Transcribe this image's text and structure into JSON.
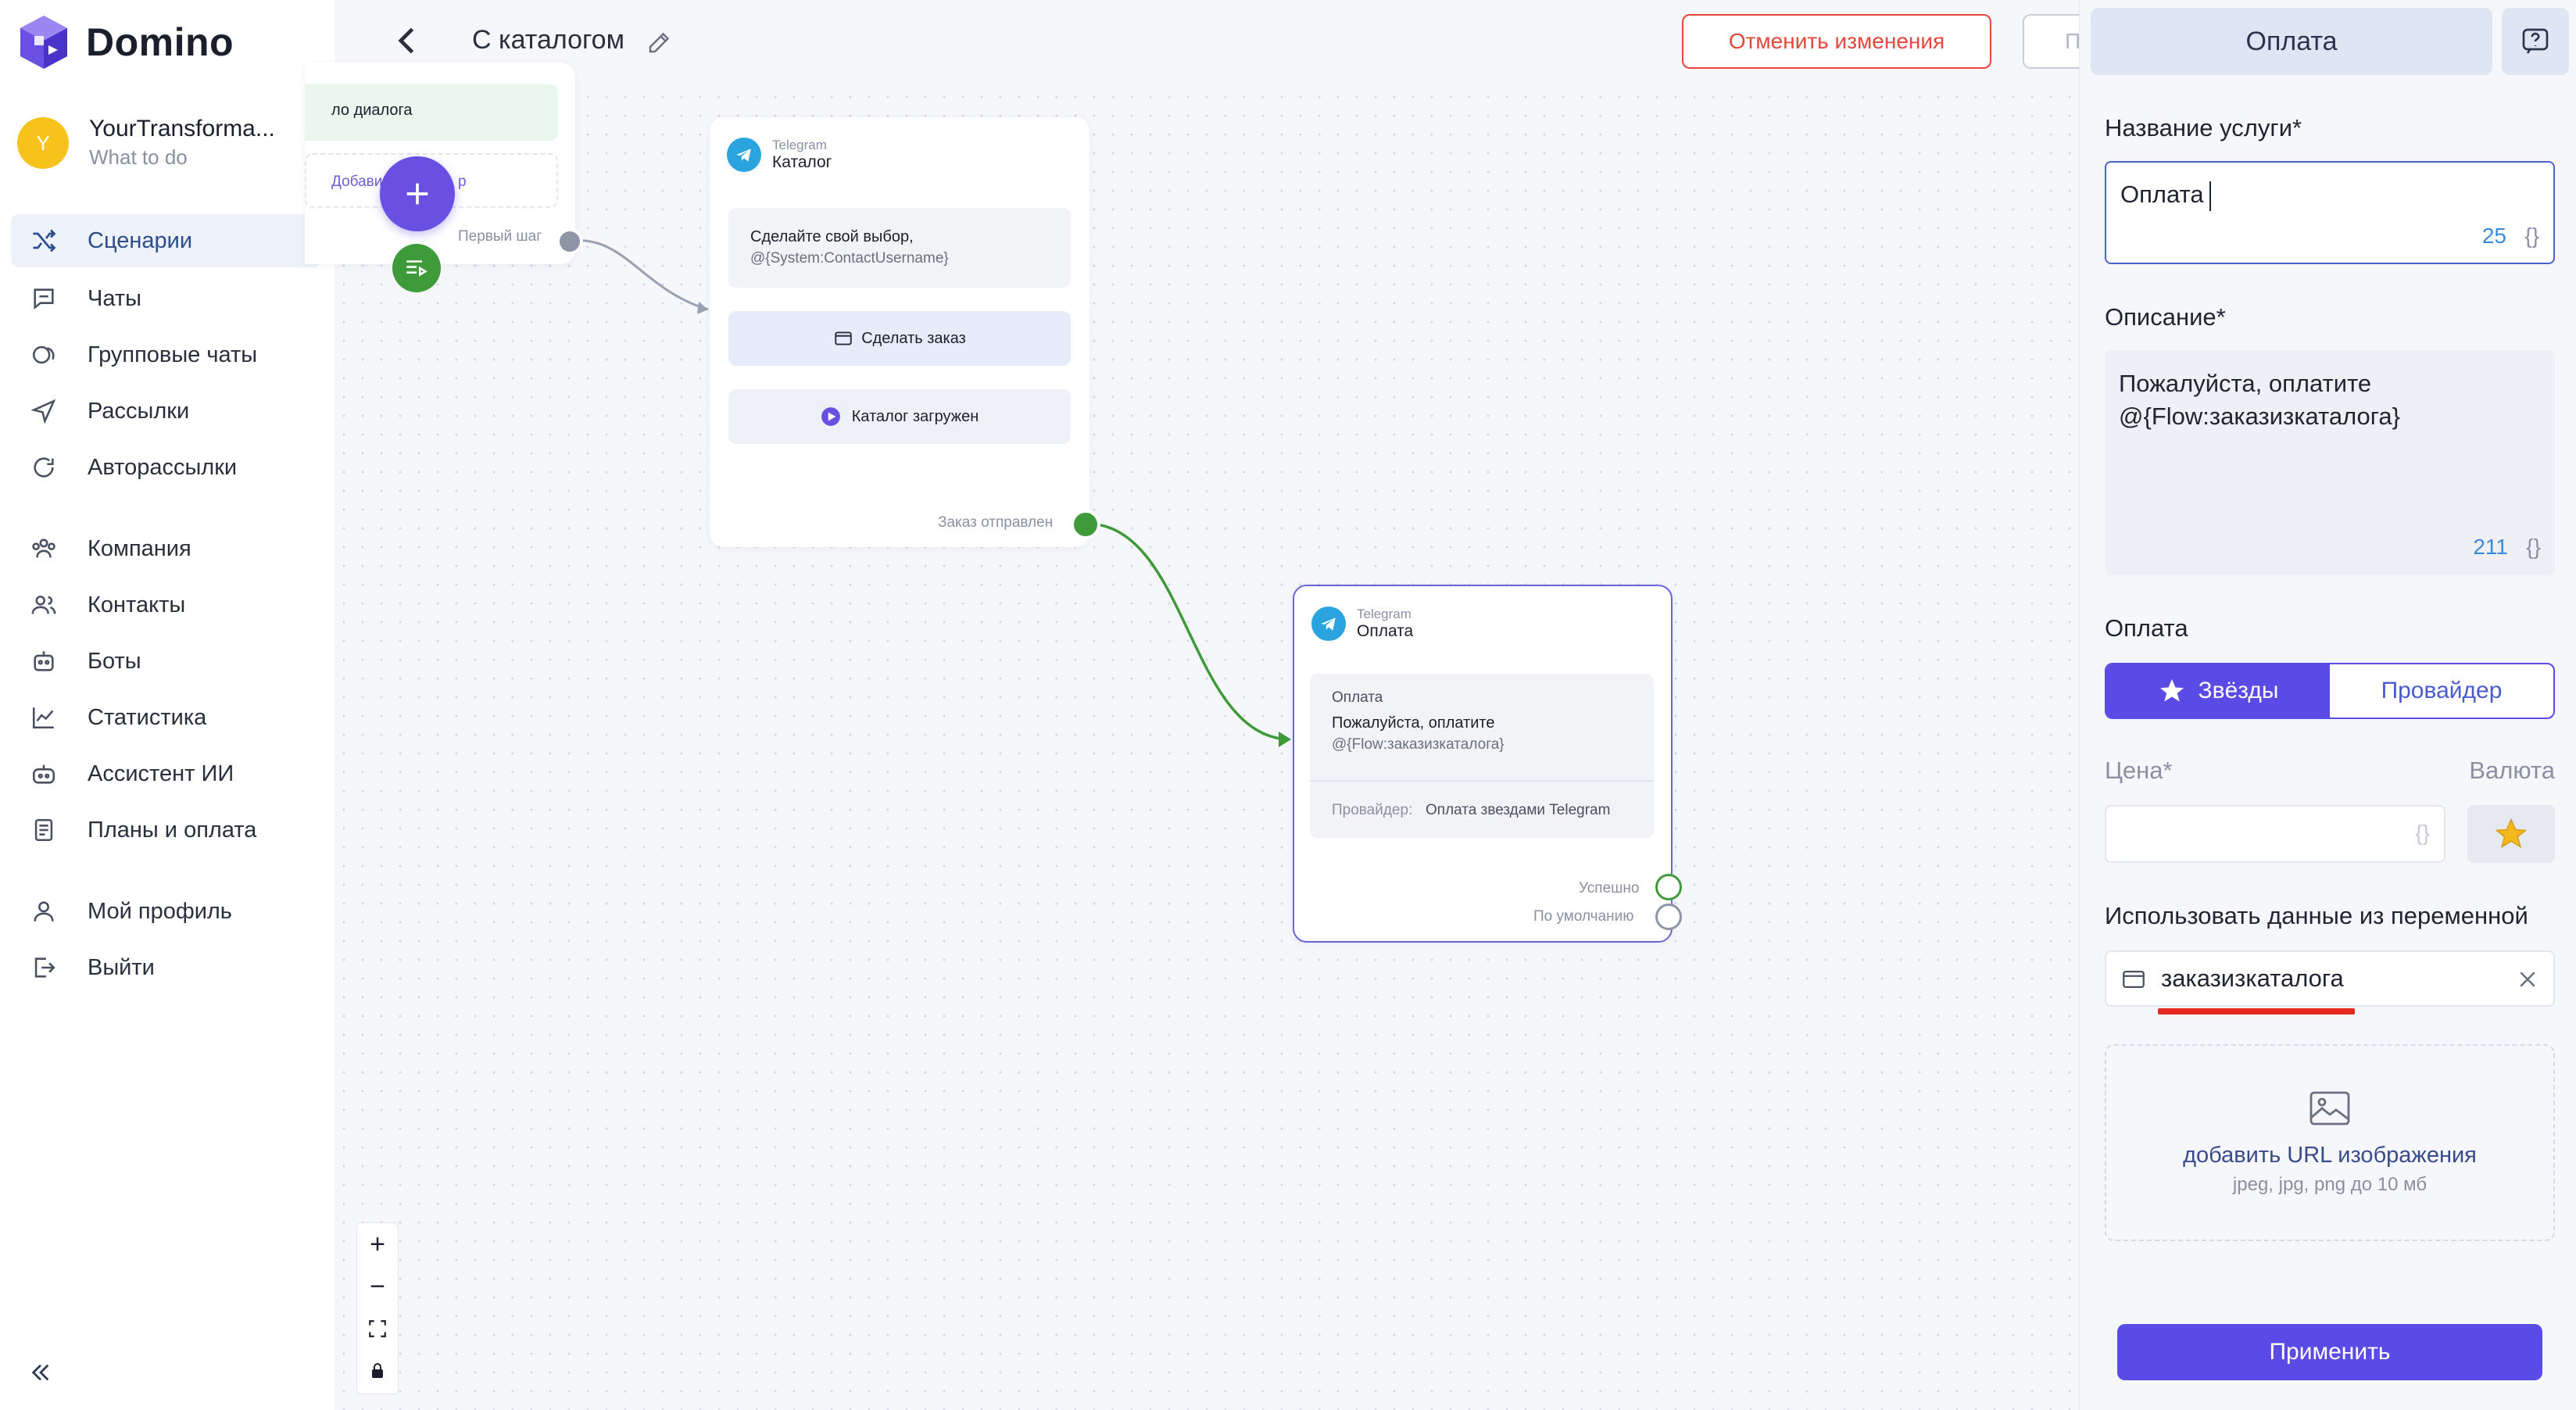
{
  "app": {
    "name": "Domino"
  },
  "account": {
    "initial": "Y",
    "name": "YourTransforma...",
    "subtitle": "What to do"
  },
  "sidebar": {
    "items": [
      {
        "label": "Сценарии",
        "icon": "shuffle-icon",
        "active": true
      },
      {
        "label": "Чаты",
        "icon": "chat-icon"
      },
      {
        "label": "Групповые чаты",
        "icon": "group-chat-icon"
      },
      {
        "label": "Рассылки",
        "icon": "send-icon"
      },
      {
        "label": "Авторассылки",
        "icon": "auto-send-icon"
      },
      {
        "label": "Компания",
        "icon": "company-icon"
      },
      {
        "label": "Контакты",
        "icon": "contacts-icon"
      },
      {
        "label": "Боты",
        "icon": "bot-icon"
      },
      {
        "label": "Статистика",
        "icon": "stats-icon"
      },
      {
        "label": "Ассистент ИИ",
        "icon": "ai-assistant-icon"
      },
      {
        "label": "Планы и оплата",
        "icon": "billing-icon"
      },
      {
        "label": "Мой профиль",
        "icon": "profile-icon"
      },
      {
        "label": "Выйти",
        "icon": "logout-icon"
      }
    ]
  },
  "header": {
    "title": "С каталогом",
    "cancel_label": "Отменить изменения",
    "save_label": "П"
  },
  "canvas": {
    "start_node": {
      "text_top": "ло диалога",
      "add_text": "Добави",
      "add_text2": "р",
      "port_label": "Первый шаг"
    },
    "catalog_node": {
      "platform": "Telegram",
      "name": "Каталог",
      "message_line1": "Сделайте свой выбор,",
      "message_line2": "@{System:ContactUsername}",
      "button1": "Сделать заказ",
      "button2": "Каталог загружен",
      "port_label": "Заказ отправлен"
    },
    "payment_node": {
      "platform": "Telegram",
      "name": "Оплата",
      "msg_title": "Оплата",
      "msg_line1": "Пожалуйста, оплатите",
      "msg_line2": "@{Flow:заказизкаталога}",
      "provider_label": "Провайдер:",
      "provider_value": "Оплата звездами Telegram",
      "port_success": "Успешно",
      "port_default": "По умолчанию"
    },
    "zoom": {
      "in": "+",
      "out": "−"
    }
  },
  "panel": {
    "title": "Оплата",
    "service_name_label": "Название услуги*",
    "service_name_value": "Оплата",
    "service_name_count": "25",
    "description_label": "Описание*",
    "description_line1": "Пожалуйста, оплатите",
    "description_line2": "@{Flow:заказизкаталога}",
    "description_count": "211",
    "braces": "{}",
    "payment_label": "Оплата",
    "payment_options": [
      "Звёзды",
      "Провайдер"
    ],
    "price_label": "Цена*",
    "currency_label": "Валюта",
    "variable_label": "Использовать данные из переменной",
    "variable_value": "заказизкаталога",
    "upload_title": "добавить URL изображения",
    "upload_hint": "jpeg, jpg, png до 10 мб",
    "apply_label": "Применить"
  },
  "colors": {
    "accent": "#5b4be6",
    "cancel": "#e5473a",
    "success": "#3f9b3a",
    "highlight": "#e52b20"
  }
}
